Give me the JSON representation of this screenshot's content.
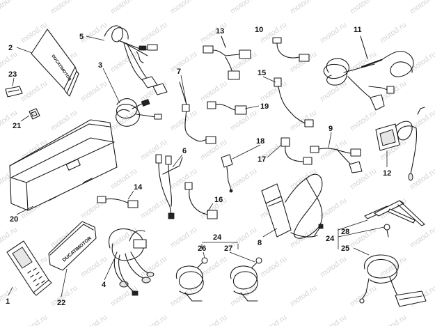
{
  "watermark": "motod.ru",
  "brand": {
    "manual_cover": "DUCATIMOTOR",
    "tester_case": "DUCATIMOTOR"
  },
  "callouts": {
    "c1": "1",
    "c2": "2",
    "c3": "3",
    "c4": "4",
    "c5": "5",
    "c6": "6",
    "c7": "7",
    "c8": "8",
    "c9": "9",
    "c10": "10",
    "c11": "11",
    "c12": "12",
    "c13": "13",
    "c14": "14",
    "c15": "15",
    "c16": "16",
    "c17": "17",
    "c18": "18",
    "c19": "19",
    "c20": "20",
    "c21": "21",
    "c22": "22",
    "c23": "23",
    "c24a": "24",
    "c26": "26",
    "c27": "27",
    "c24b": "24",
    "c25": "25",
    "c28": "28"
  }
}
